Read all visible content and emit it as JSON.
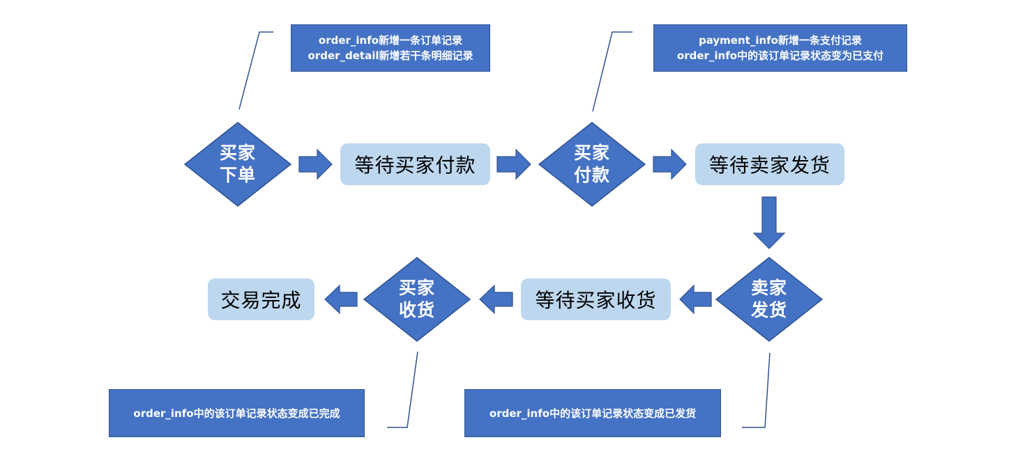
{
  "decisions": {
    "buyer_order": {
      "line1": "买家",
      "line2": "下单"
    },
    "buyer_pay": {
      "line1": "买家",
      "line2": "付款"
    },
    "seller_ship": {
      "line1": "卖家",
      "line2": "发货"
    },
    "buyer_receive": {
      "line1": "买家",
      "line2": "收货"
    }
  },
  "states": {
    "wait_payment": "等待买家付款",
    "wait_ship": "等待卖家发货",
    "wait_receipt": "等待买家收货",
    "done": "交易完成"
  },
  "notes": {
    "order_created": {
      "line1": "order_info新增一条订单记录",
      "line2": "order_detail新增若干条明细记录"
    },
    "paid": {
      "line1": "payment_info新增一条支付记录",
      "line2": "order_info中的该订单记录状态变为已支付"
    },
    "complete": "order_info中的该订单记录状态变成已完成",
    "shipped": "order_info中的该订单记录状态变成已发货"
  },
  "colors": {
    "shape_fill": "#4472c4",
    "shape_stroke": "#2f528f",
    "state_fill": "#bdd7ee",
    "callout_line": "#2f528f"
  }
}
